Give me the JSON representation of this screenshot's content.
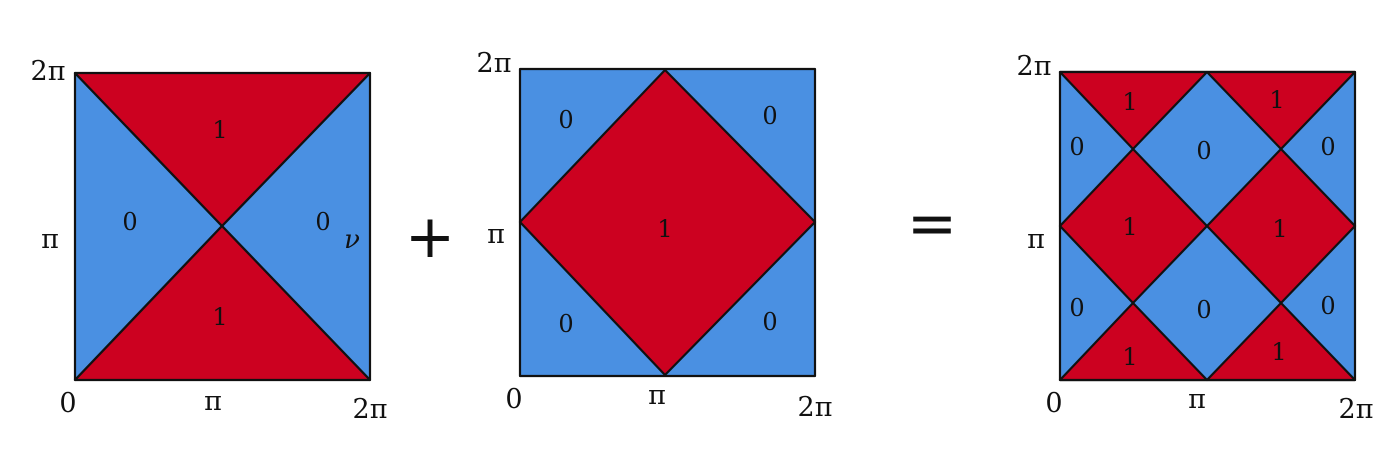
{
  "colors": {
    "one_region": "#cc0120",
    "zero_region": "#4a90e2",
    "line": "#111111"
  },
  "operators": {
    "plus": "+",
    "equals": "="
  },
  "panels": [
    {
      "axis": {
        "x_start": "0",
        "x_mid": "π",
        "x_end": "2π",
        "y_mid": "π",
        "y_top": "2π"
      },
      "variable_label": "ν",
      "regions": {
        "top": "1",
        "bottom": "1",
        "left": "0",
        "right": "0"
      }
    },
    {
      "axis": {
        "x_start": "0",
        "x_mid": "π",
        "x_end": "2π",
        "y_mid": "π",
        "y_top": "2π"
      },
      "regions": {
        "center": "1",
        "top_left": "0",
        "top_right": "0",
        "bottom_left": "0",
        "bottom_right": "0"
      }
    },
    {
      "axis": {
        "x_start": "0",
        "x_mid": "π",
        "x_end": "2π",
        "y_mid": "π",
        "y_top": "2π"
      },
      "regions": {
        "top_left_tri": "1",
        "top_right_tri": "1",
        "left_upper": "0",
        "center_upper": "0",
        "right_upper": "0",
        "mid_left_diamond": "1",
        "mid_right_diamond": "1",
        "left_lower": "0",
        "center_lower": "0",
        "right_lower": "0",
        "bottom_left_tri": "1",
        "bottom_right_tri": "1"
      }
    }
  ]
}
